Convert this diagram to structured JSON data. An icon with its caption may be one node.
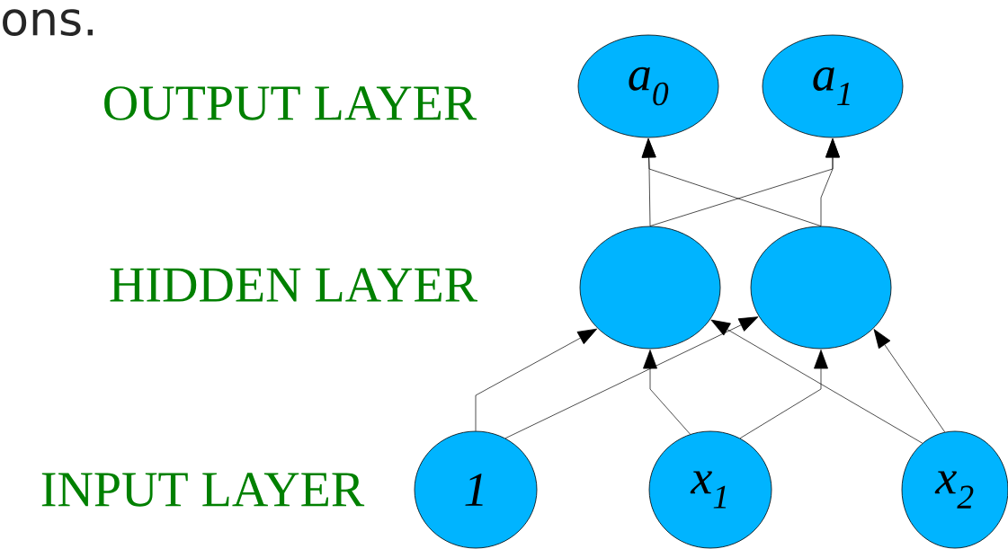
{
  "diagram": {
    "nodes": [
      {
        "text": [
          "a$_{0}$"
        ]
      },
      {
        "text": [
          "a$_{1}$"
        ]
      },
      {
        "text": [],
        "shape": "circle"
      },
      {
        "text": [],
        "shape": "circle"
      },
      {
        "text": [
          "1"
        ]
      },
      {
        "text": [
          "x$_{1}$"
        ]
      },
      {
        "text": [
          "x$_{2}$"
        ]
      }
    ],
    "edges": [
      {
        "from": 4,
        "to": 2,
        "arrow": "to"
      },
      {
        "from": 4,
        "to": 3,
        "arrow": "to"
      },
      {
        "from": 5,
        "to": 2,
        "arrow": "to"
      },
      {
        "from": 5,
        "to": 3,
        "arrow": "to"
      },
      {
        "from": 6,
        "to": 2,
        "arrow": "to"
      },
      {
        "from": 6,
        "to": 3,
        "arrow": "to"
      },
      {
        "from": 2,
        "to": 0,
        "arrow": "to"
      },
      {
        "from": 2,
        "to": 1,
        "arrow": "to"
      },
      {
        "from": 3,
        "to": 0,
        "arrow": "to"
      },
      {
        "from": 3,
        "to": 1,
        "arrow": "to"
      }
    ],
    "labels": [
      "ons.",
      "OUTPUT LAYER",
      "HIDDEN LAYER",
      "INPUT LAYER"
    ]
  }
}
